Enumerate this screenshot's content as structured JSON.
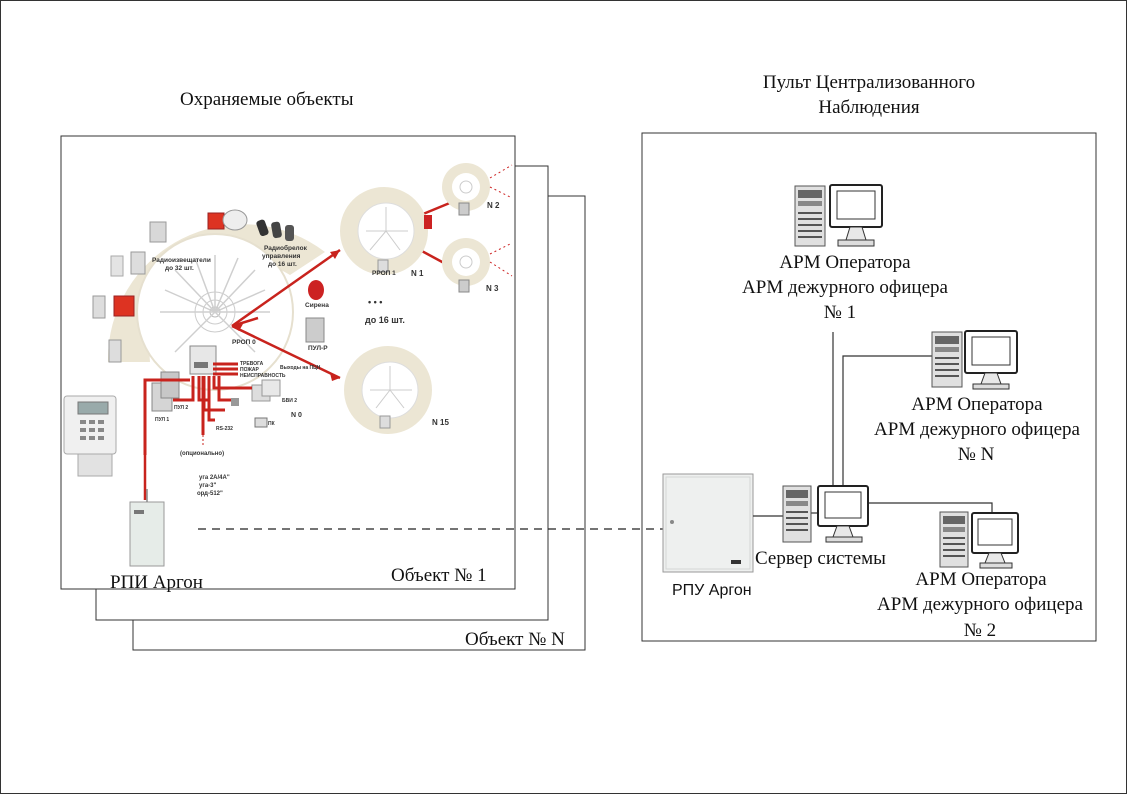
{
  "diagram": {
    "objects_title": "Охраняемые объекты",
    "central_title_line1": "Пульт Централизованного",
    "central_title_line2": "Наблюдения",
    "object_1_label": "Объект № 1",
    "object_n_label": "Объект № N",
    "rpi_label": "РПИ Аргон",
    "rpu_label": "РПУ Аргон",
    "server_label": "Сервер системы",
    "arm_operator_label": "АРМ Оператора",
    "arm_officer_label": "АРМ дежурного офицера",
    "arm1_number": "№ 1",
    "armN_number": "№ N",
    "arm2_number": "№ 2"
  },
  "scheme": {
    "radio_detectors": "Радиоизвещатели",
    "radio_detectors_count": "до 32 шт.",
    "radio_fob": "Радиобрелок",
    "radio_fob_2": "управления",
    "radio_fob_count": "до 16 шт.",
    "siren": "Сирена",
    "pul": "ПУЛ-Р",
    "rrop0": "РРОП 0",
    "rrop1": "РРОП 1",
    "n1": "N 1",
    "n2": "N 2",
    "n3": "N 3",
    "n15": "N 15",
    "dots": "• • •",
    "upto16": "до 16 шт.",
    "out_alarm": "ТРЕВОГА",
    "out_fire": "ПОЖАР",
    "out_fault": "НЕИСПРАВНОСТЬ",
    "out_pcn": "Выходы на ПЦН",
    "bvi": "БВИ 2",
    "optional": "(опционально)",
    "uga1": "уга 2А/4А\"",
    "uga2": "уга-3\"",
    "ord": "орд-512\"",
    "pul2": "ПУЛ 2",
    "pul1": "ПУЛ 1",
    "rs232": "RS-232",
    "pk": "ПК",
    "n0": "N 0"
  }
}
